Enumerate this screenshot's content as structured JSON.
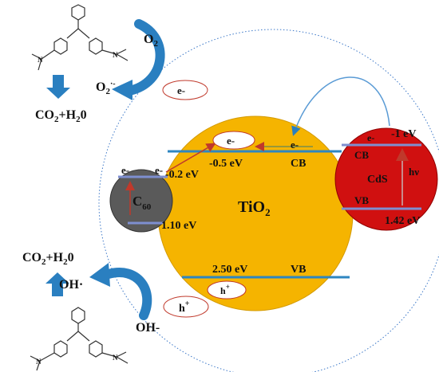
{
  "colors": {
    "tio2": "#f5b400",
    "cds": "#d01010",
    "c60": "#5a5a5a",
    "band": "#2e86c1",
    "band_alt": "#7e8fd0",
    "arrow_blue": "#2a7fc0",
    "arrow_red": "#c0392b",
    "dotted_circle": "#3c78c8",
    "ellipse_border": "#c0392b"
  },
  "top_reaction": {
    "o2": "O",
    "o2_sub": "2",
    "o2_radical": "O",
    "o2_radical_sub": "2",
    "o2_radical_sup": "·-",
    "product": "CO",
    "product_sub": "2",
    "product_tail": "+H",
    "product_sub2": "2",
    "product_end": "0"
  },
  "bottom_reaction": {
    "product": "CO",
    "product_sub": "2",
    "product_tail": "+H",
    "product_sub2": "2",
    "product_end": "0",
    "radical": "OH·",
    "hydroxide": "OH-"
  },
  "tio2": {
    "label": "TiO",
    "label_sub": "2",
    "cb_energy": "-0.5 eV",
    "cb_label": "CB",
    "vb_energy": "2.50 eV",
    "vb_label": "VB"
  },
  "c60": {
    "label": "C",
    "label_sub": "60",
    "cb_energy": "-0.2 eV",
    "vb_energy": "1.10 eV",
    "electron_left": "e-",
    "electron_right": "e-"
  },
  "cds": {
    "label": "CdS",
    "cb_label": "CB",
    "vb_label": "VB",
    "cb_energy": "-1 eV",
    "vb_energy": "1.42 eV",
    "excitation": "hν",
    "electron": "e-"
  },
  "carriers": {
    "electron_bubble_top": "e-",
    "electron_bubble_cb": "e-",
    "electron_transfer": "e-",
    "hole_bubble_vb": "h",
    "hole_bubble_vb_sup": "+",
    "hole_bubble_bottom": "h",
    "hole_bubble_bottom_sup": "+"
  }
}
